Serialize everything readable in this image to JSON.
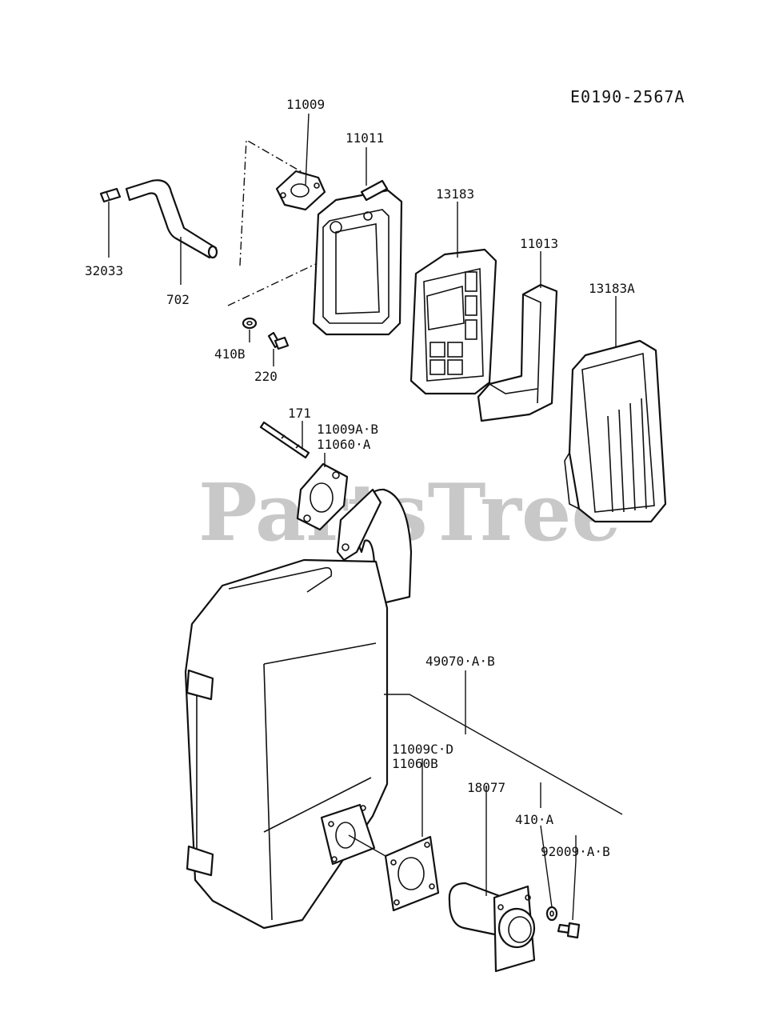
{
  "reference_code": "E0190-2567A",
  "watermark": "PartsTree",
  "parts": [
    {
      "id": "11009",
      "label": "11009"
    },
    {
      "id": "11011",
      "label": "11011"
    },
    {
      "id": "13183",
      "label": "13183"
    },
    {
      "id": "11013",
      "label": "11013"
    },
    {
      "id": "13183A",
      "label": "13183A"
    },
    {
      "id": "32033",
      "label": "32033"
    },
    {
      "id": "702",
      "label": "702"
    },
    {
      "id": "410B",
      "label": "410B"
    },
    {
      "id": "220",
      "label": "220"
    },
    {
      "id": "171",
      "label": "171"
    },
    {
      "id": "11009A-B",
      "label": "11009A·B"
    },
    {
      "id": "11060-A",
      "label": "11060·A"
    },
    {
      "id": "49070-A-B",
      "label": "49070·A·B"
    },
    {
      "id": "11009C-D",
      "label": "11009C·D"
    },
    {
      "id": "11060B",
      "label": "11060B"
    },
    {
      "id": "18077",
      "label": "18077"
    },
    {
      "id": "410-A",
      "label": "410·A"
    },
    {
      "id": "92009-A-B",
      "label": "92009·A·B"
    }
  ]
}
